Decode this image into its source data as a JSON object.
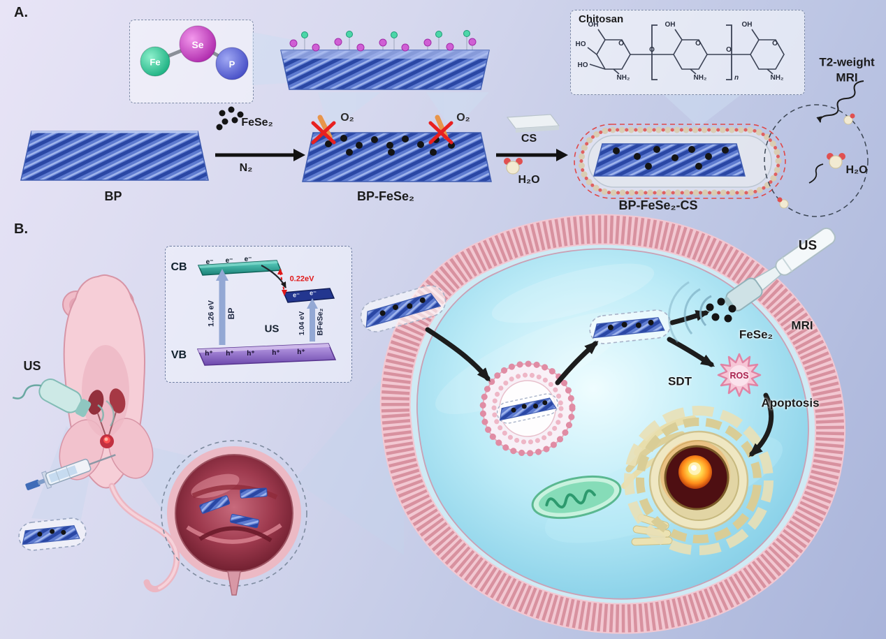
{
  "panel_a": {
    "label": "A.",
    "molecule": {
      "fe": "Fe",
      "se": "Se",
      "p": "P"
    },
    "bp": "BP",
    "step1": {
      "reagent": "FeSe₂",
      "atmosphere": "N₂"
    },
    "o2": "O₂",
    "intermediate": "BP-FeSe₂",
    "step2": {
      "reagent": "CS",
      "solvent": "H₂O"
    },
    "product": "BP-FeSe₂-CS",
    "chitosan": {
      "title": "Chitosan",
      "oh": "OH",
      "ho": "HO",
      "nh2": "NH₂",
      "o": "O",
      "n": "n"
    },
    "mri": {
      "line1": "T2-weight",
      "line2": "MRI"
    },
    "h2o": "H₂O"
  },
  "panel_b": {
    "label": "B.",
    "us": "US",
    "band": {
      "cb": "CB",
      "vb": "VB",
      "electron": "e⁻",
      "hole": "h⁺",
      "gap": "0.22eV",
      "bp_gap": "1.26 eV",
      "bp": "BP",
      "us": "US",
      "bfese2_gap": "1.04 eV",
      "bfese2": "BFeSe₂"
    },
    "cell": {
      "us": "US",
      "fese2": "FeSe₂",
      "mri": "MRI",
      "sdt": "SDT",
      "ros": "ROS",
      "apoptosis": "Apoptosis"
    }
  }
}
